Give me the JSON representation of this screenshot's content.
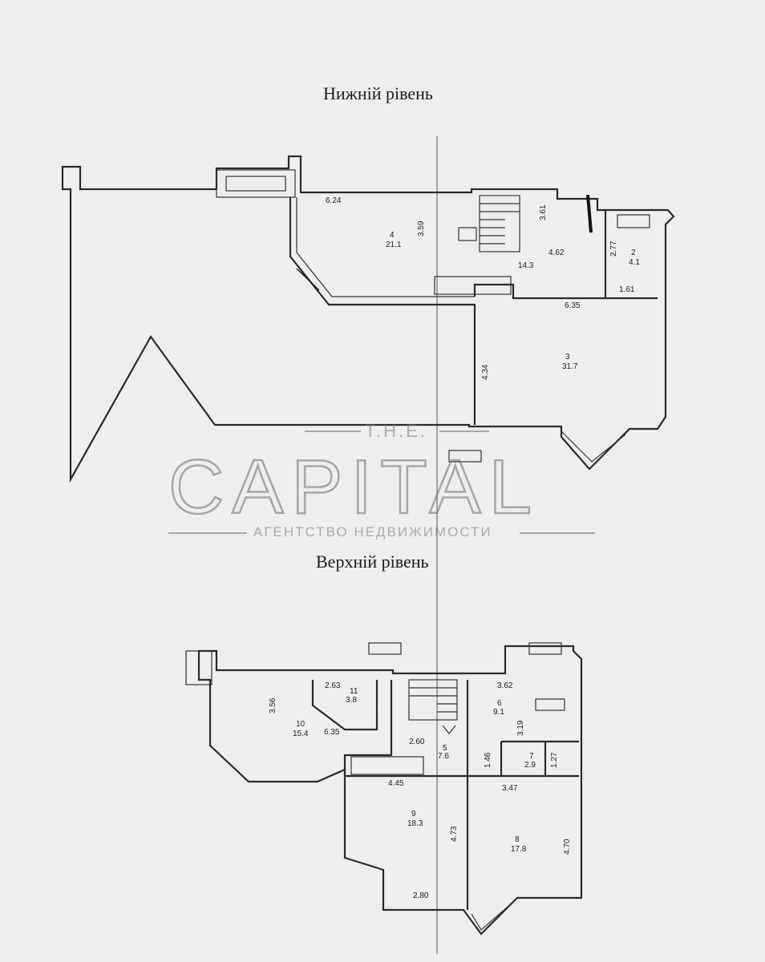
{
  "lower_level": {
    "title": "Нижній рівень",
    "dimensions": [
      "6.24",
      "3.59",
      "3.61",
      "4.62",
      "2.77",
      "1.61",
      "6.35",
      "4.34"
    ],
    "rooms": [
      {
        "number": "4",
        "area": "21.1"
      },
      {
        "number": "",
        "area": "14.3"
      },
      {
        "number": "2",
        "area": "4.1"
      },
      {
        "number": "3",
        "area": "31.7"
      }
    ]
  },
  "upper_level": {
    "title": "Верхній рівень",
    "dimensions": [
      "3.56",
      "2.63",
      "6.35",
      "2.60",
      "3.62",
      "3.19",
      "1.46",
      "1.27",
      "4.45",
      "3.47",
      "4.73",
      "4.70",
      "2.80"
    ],
    "rooms": [
      {
        "number": "10",
        "area": "15.4"
      },
      {
        "number": "11",
        "area": "3.8"
      },
      {
        "number": "6",
        "area": "9.1"
      },
      {
        "number": "5",
        "area": "7.6"
      },
      {
        "number": "7",
        "area": "2.9"
      },
      {
        "number": "9",
        "area": "18.3"
      },
      {
        "number": "8",
        "area": "17.8"
      }
    ]
  },
  "watermark": {
    "small": "T.H.E.",
    "brand": "CAPITAL",
    "agency": "АГЕНТСТВО НЕДВИЖИМОСТИ"
  },
  "colors": {
    "paper": "#eeeeef",
    "ink": "#2a2a2a",
    "watermark": "#8c8c8c"
  }
}
